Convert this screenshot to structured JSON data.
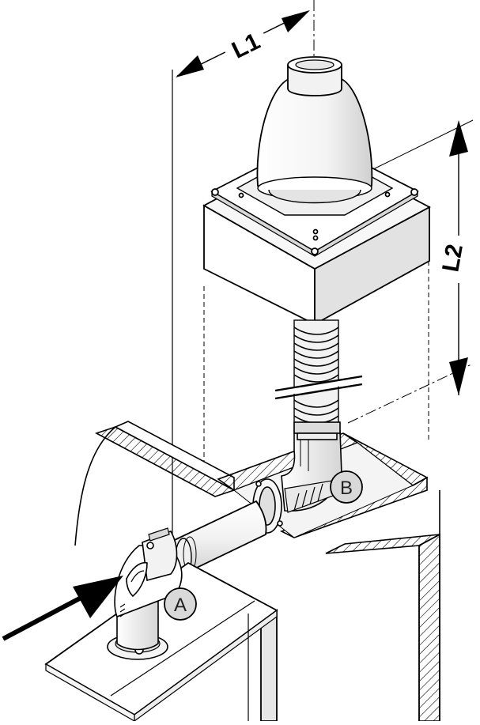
{
  "diagram": {
    "labels": {
      "dimension_horizontal": "L1",
      "dimension_vertical": "L2",
      "callout_a": "A",
      "callout_b": "B"
    },
    "colors": {
      "line": "#000000",
      "fill_white": "#ffffff",
      "shade_light": "#e6e6e6",
      "shade_mid": "#cfcfcf",
      "callout_fill": "#d9d9d9"
    }
  }
}
